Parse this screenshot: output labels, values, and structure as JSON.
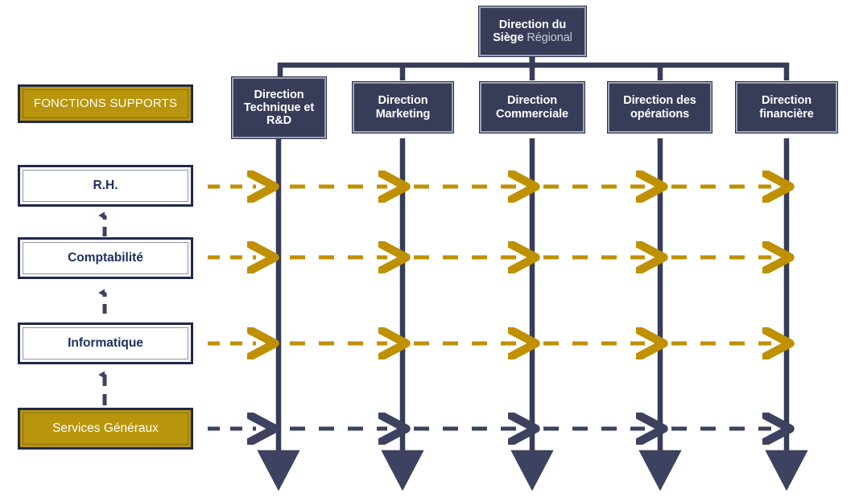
{
  "diagram": {
    "title_box": {
      "line1": "Direction du",
      "line2_bold": "Siège",
      "line2_light": "Régional"
    },
    "support_header": {
      "label": "FONCTIONS SUPPORTS"
    },
    "support_functions": [
      {
        "label": "R.H.",
        "style": "white"
      },
      {
        "label": "Comptabilité",
        "style": "white"
      },
      {
        "label": "Informatique",
        "style": "white"
      },
      {
        "label": "Services Généraux",
        "style": "gold"
      }
    ],
    "directions": [
      {
        "line1": "Direction",
        "line2": "Technique et",
        "line3": "R&D"
      },
      {
        "line1": "Direction",
        "line2": "Marketing",
        "line3": ""
      },
      {
        "line1": "Direction",
        "line2": "Commerciale",
        "line3": ""
      },
      {
        "line1": "Direction des",
        "line2": "opérations",
        "line3": ""
      },
      {
        "line1": "Direction",
        "line2": "financière",
        "line3": ""
      }
    ],
    "flow_rows": [
      {
        "from": "R.H.",
        "color": "gold"
      },
      {
        "from": "Comptabilité",
        "color": "gold"
      },
      {
        "from": "Informatique",
        "color": "gold"
      },
      {
        "from": "Services Généraux",
        "color": "navy"
      }
    ],
    "colors": {
      "navy_dark": "#373c58",
      "navy_border": "#21294b",
      "navy_text": "#1b3160",
      "gold": "#b8950c",
      "gold_arrow": "#bf9000",
      "navy_arrow": "#3c4260",
      "white": "#ffffff",
      "light_gray_text": "#c9cbd6"
    }
  }
}
